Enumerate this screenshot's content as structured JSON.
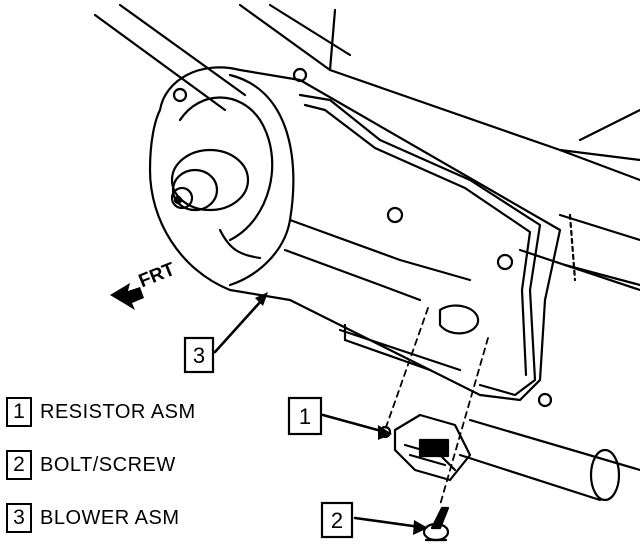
{
  "frt_label": "FRT",
  "callouts": [
    "1",
    "2",
    "3"
  ],
  "legend": [
    {
      "num": "1",
      "label": "RESISTOR ASM"
    },
    {
      "num": "2",
      "label": "BOLT/SCREW"
    },
    {
      "num": "3",
      "label": "BLOWER ASM"
    }
  ]
}
